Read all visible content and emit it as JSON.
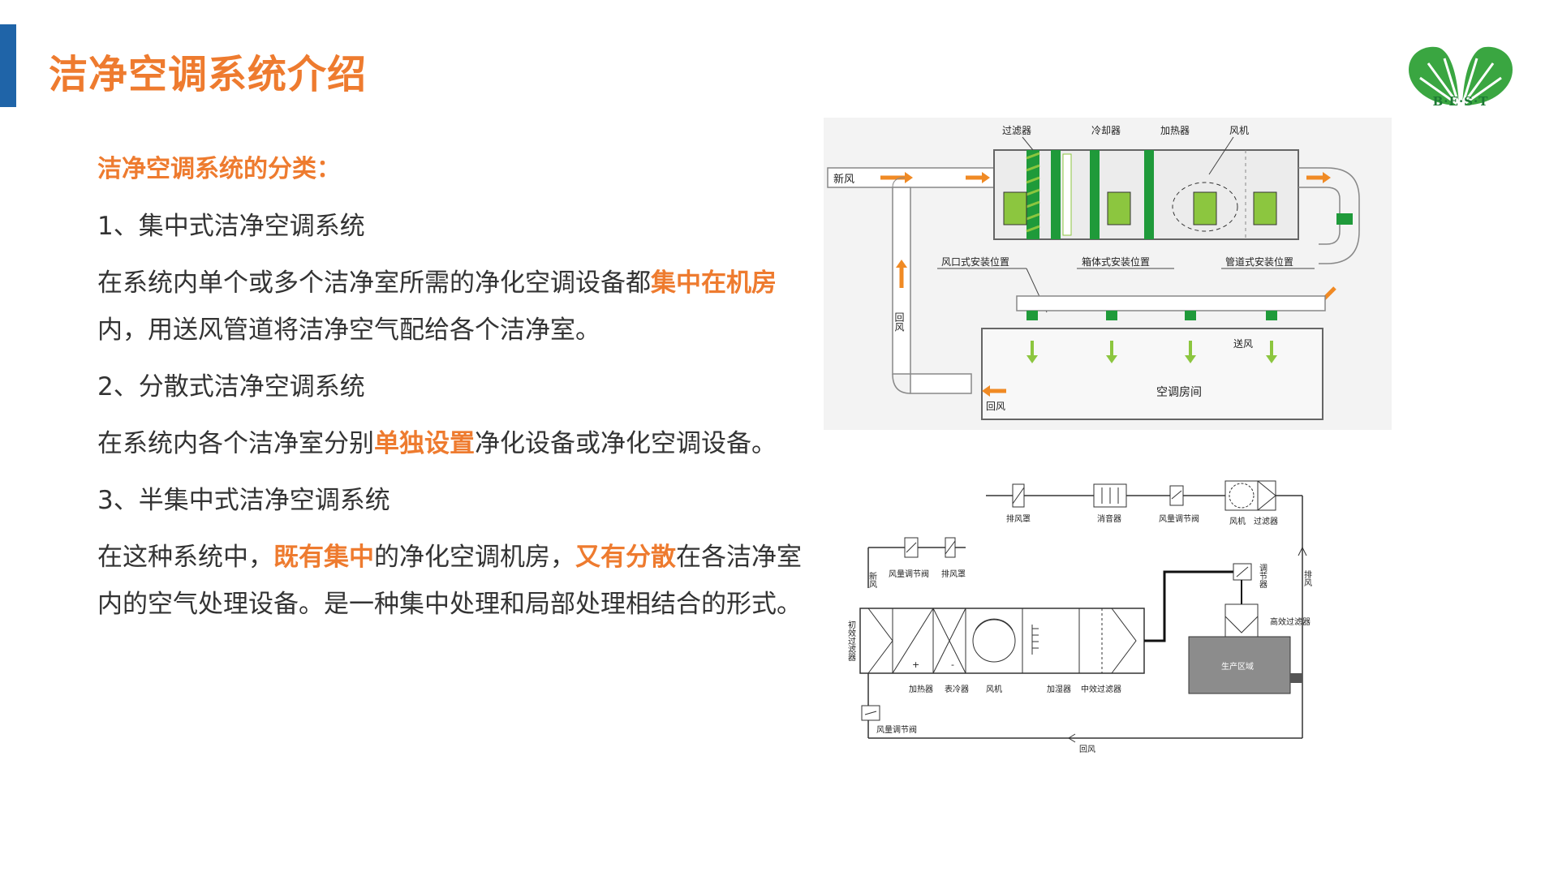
{
  "page": {
    "title": "洁净空调系统介绍",
    "logo_text": "B·E·S·T"
  },
  "content": {
    "heading": "洁净空调系统的分类：",
    "item1": "1、集中式洁净空调系统",
    "para1": [
      "在系统内单个或多个洁净室所需的净化空调设备都",
      "集中在机房",
      "内，用送风管道将洁净空气配给各个洁净室。"
    ],
    "item2": "2、分散式洁净空调系统",
    "para2": [
      "在系统内各个洁净室分别",
      "单独设置",
      "净化设备或净化空调设备。"
    ],
    "item3": "3、半集中式洁净空调系统",
    "para3": [
      "在这种系统中，",
      "既有集中",
      "的净化空调机房，",
      "又有分散",
      "在各洁净室内的空气处理设备。是一种集中处理和局部处理相结合的形式。"
    ]
  },
  "diagram1": {
    "labels": {
      "filter": "过滤器",
      "cooler": "冷却器",
      "heater": "加热器",
      "fan": "风机",
      "fresh_air": "新风",
      "return_air_v": "回风",
      "return_air": "回风",
      "supply_air": "送风",
      "room": "空调房间",
      "vent_install": "风口式安装位置",
      "box_install": "箱体式安装位置",
      "duct_install": "管道式安装位置"
    },
    "colors": {
      "green": "#1f9a3a",
      "light_green": "#8cc63f",
      "orange": "#f08a24",
      "bg": "#f3f3f3"
    }
  },
  "diagram2": {
    "labels": {
      "exhaust_hood_top": "排风罩",
      "silencer": "消音器",
      "damper_top": "风量调节阀",
      "fan_top": "风机",
      "filter_top": "过滤器",
      "fresh_air": "新风",
      "damper_mid": "风量调节阀",
      "exhaust_hood_mid": "排风罩",
      "regulator": "调节器",
      "exhaust": "排风",
      "primary_filter": "初效过滤器",
      "heater": "加热器",
      "surface_cooler": "表冷器",
      "fan": "风机",
      "humidifier": "加湿器",
      "medium_filter": "中效过滤器",
      "hepa_filter": "高效过滤器",
      "production_area": "生产区域",
      "damper_bottom": "风量调节阀",
      "return_air": "回风",
      "plus": "+",
      "minus": "-"
    }
  }
}
